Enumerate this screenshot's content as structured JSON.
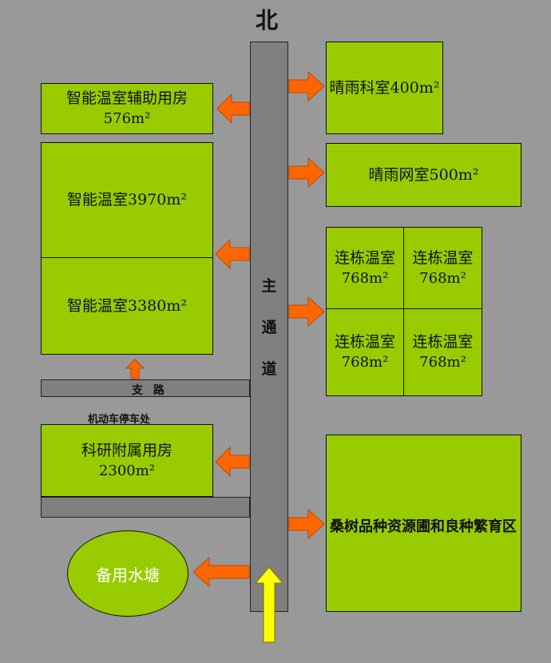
{
  "compass": {
    "north": "北"
  },
  "roads": {
    "main": {
      "chars": [
        "主",
        "通",
        "道"
      ]
    },
    "branch": {
      "label": "支 路"
    }
  },
  "parking": "机动车停车处",
  "areas": {
    "aux_room": {
      "name": "智能温室辅助用房",
      "area": "576m²"
    },
    "qingyu_lab": {
      "name": "晴雨科室400m²"
    },
    "qingyu_net": {
      "name": "晴雨网室500m²"
    },
    "smart_3970": {
      "name": "智能温室3970m²"
    },
    "smart_3380": {
      "name": "智能温室3380m²"
    },
    "liandong": [
      {
        "name": "连栋温室",
        "area": "768m²"
      },
      {
        "name": "连栋温室",
        "area": "768m²"
      },
      {
        "name": "连栋温室",
        "area": "768m²"
      },
      {
        "name": "连栋温室",
        "area": "768m²"
      }
    ],
    "research": {
      "name": "科研附属用房",
      "area": "2300m²"
    },
    "mulberry": {
      "name": "桑树品种资源圃和良种繁育区"
    },
    "pond": {
      "name": "备用水塘"
    }
  },
  "colors": {
    "background": "#999999",
    "plot": "#99cc00",
    "road": "#808080",
    "arrow": "#ff6600",
    "entrance": "#ffff00"
  }
}
